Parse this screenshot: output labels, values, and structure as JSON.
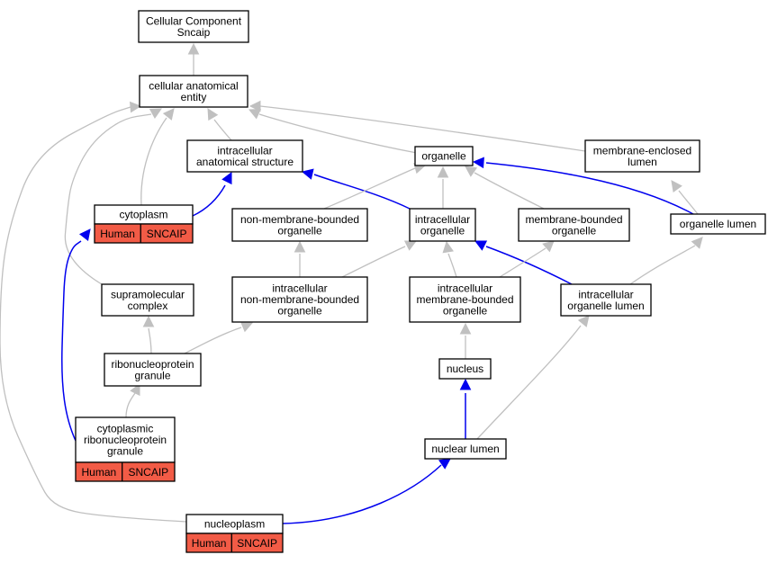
{
  "nodes": {
    "root": {
      "lines": [
        "Cellular Component",
        "Sncaip"
      ]
    },
    "cae": {
      "lines": [
        "cellular anatomical",
        "entity"
      ]
    },
    "ias": {
      "lines": [
        "intracellular",
        "anatomical structure"
      ]
    },
    "organelle": {
      "lines": [
        "organelle"
      ]
    },
    "mel": {
      "lines": [
        "membrane-enclosed",
        "lumen"
      ]
    },
    "cytoplasm": {
      "lines": [
        "cytoplasm"
      ],
      "annotation": [
        "Human",
        "SNCAIP"
      ]
    },
    "nmbo": {
      "lines": [
        "non-membrane-bounded",
        "organelle"
      ]
    },
    "io": {
      "lines": [
        "intracellular",
        "organelle"
      ]
    },
    "mbo": {
      "lines": [
        "membrane-bounded",
        "organelle"
      ]
    },
    "ol": {
      "lines": [
        "organelle lumen"
      ]
    },
    "smc": {
      "lines": [
        "supramolecular",
        "complex"
      ]
    },
    "inmbo": {
      "lines": [
        "intracellular",
        "non-membrane-bounded",
        "organelle"
      ]
    },
    "imbo": {
      "lines": [
        "intracellular",
        "membrane-bounded",
        "organelle"
      ]
    },
    "iol": {
      "lines": [
        "intracellular",
        "organelle lumen"
      ]
    },
    "rnpg": {
      "lines": [
        "ribonucleoprotein",
        "granule"
      ]
    },
    "nucleus": {
      "lines": [
        "nucleus"
      ]
    },
    "crnpg": {
      "lines": [
        "cytoplasmic",
        "ribonucleoprotein",
        "granule"
      ],
      "annotation": [
        "Human",
        "SNCAIP"
      ]
    },
    "nl": {
      "lines": [
        "nuclear lumen"
      ]
    },
    "nucleoplasm": {
      "lines": [
        "nucleoplasm"
      ],
      "annotation": [
        "Human",
        "SNCAIP"
      ]
    }
  },
  "edges": [
    {
      "from": "cae",
      "to": "root",
      "type": "is_a"
    },
    {
      "from": "ias",
      "to": "cae",
      "type": "is_a"
    },
    {
      "from": "organelle",
      "to": "cae",
      "type": "is_a"
    },
    {
      "from": "mel",
      "to": "cae",
      "type": "is_a"
    },
    {
      "from": "cytoplasm",
      "to": "cae",
      "type": "is_a"
    },
    {
      "from": "smc",
      "to": "cae",
      "type": "is_a"
    },
    {
      "from": "nucleoplasm",
      "to": "cae",
      "type": "is_a"
    },
    {
      "from": "cytoplasm",
      "to": "ias",
      "type": "part_of"
    },
    {
      "from": "io",
      "to": "ias",
      "type": "part_of"
    },
    {
      "from": "nmbo",
      "to": "organelle",
      "type": "is_a"
    },
    {
      "from": "io",
      "to": "organelle",
      "type": "is_a"
    },
    {
      "from": "mbo",
      "to": "organelle",
      "type": "is_a"
    },
    {
      "from": "ol",
      "to": "organelle",
      "type": "part_of"
    },
    {
      "from": "ol",
      "to": "mel",
      "type": "is_a"
    },
    {
      "from": "inmbo",
      "to": "nmbo",
      "type": "is_a"
    },
    {
      "from": "inmbo",
      "to": "io",
      "type": "is_a"
    },
    {
      "from": "imbo",
      "to": "io",
      "type": "is_a"
    },
    {
      "from": "iol",
      "to": "io",
      "type": "part_of"
    },
    {
      "from": "imbo",
      "to": "mbo",
      "type": "is_a"
    },
    {
      "from": "iol",
      "to": "ol",
      "type": "is_a"
    },
    {
      "from": "rnpg",
      "to": "smc",
      "type": "is_a"
    },
    {
      "from": "rnpg",
      "to": "inmbo",
      "type": "is_a"
    },
    {
      "from": "nucleus",
      "to": "imbo",
      "type": "is_a"
    },
    {
      "from": "crnpg",
      "to": "rnpg",
      "type": "is_a"
    },
    {
      "from": "crnpg",
      "to": "cytoplasm",
      "type": "part_of"
    },
    {
      "from": "nl",
      "to": "nucleus",
      "type": "part_of"
    },
    {
      "from": "nl",
      "to": "iol",
      "type": "is_a"
    },
    {
      "from": "nucleoplasm",
      "to": "nl",
      "type": "part_of"
    }
  ],
  "colors": {
    "is_a": "#c0c0c0",
    "part_of": "#0000ee",
    "annotation_fill": "#f25b46",
    "node_fill": "#ffffff",
    "node_stroke": "#000000"
  }
}
